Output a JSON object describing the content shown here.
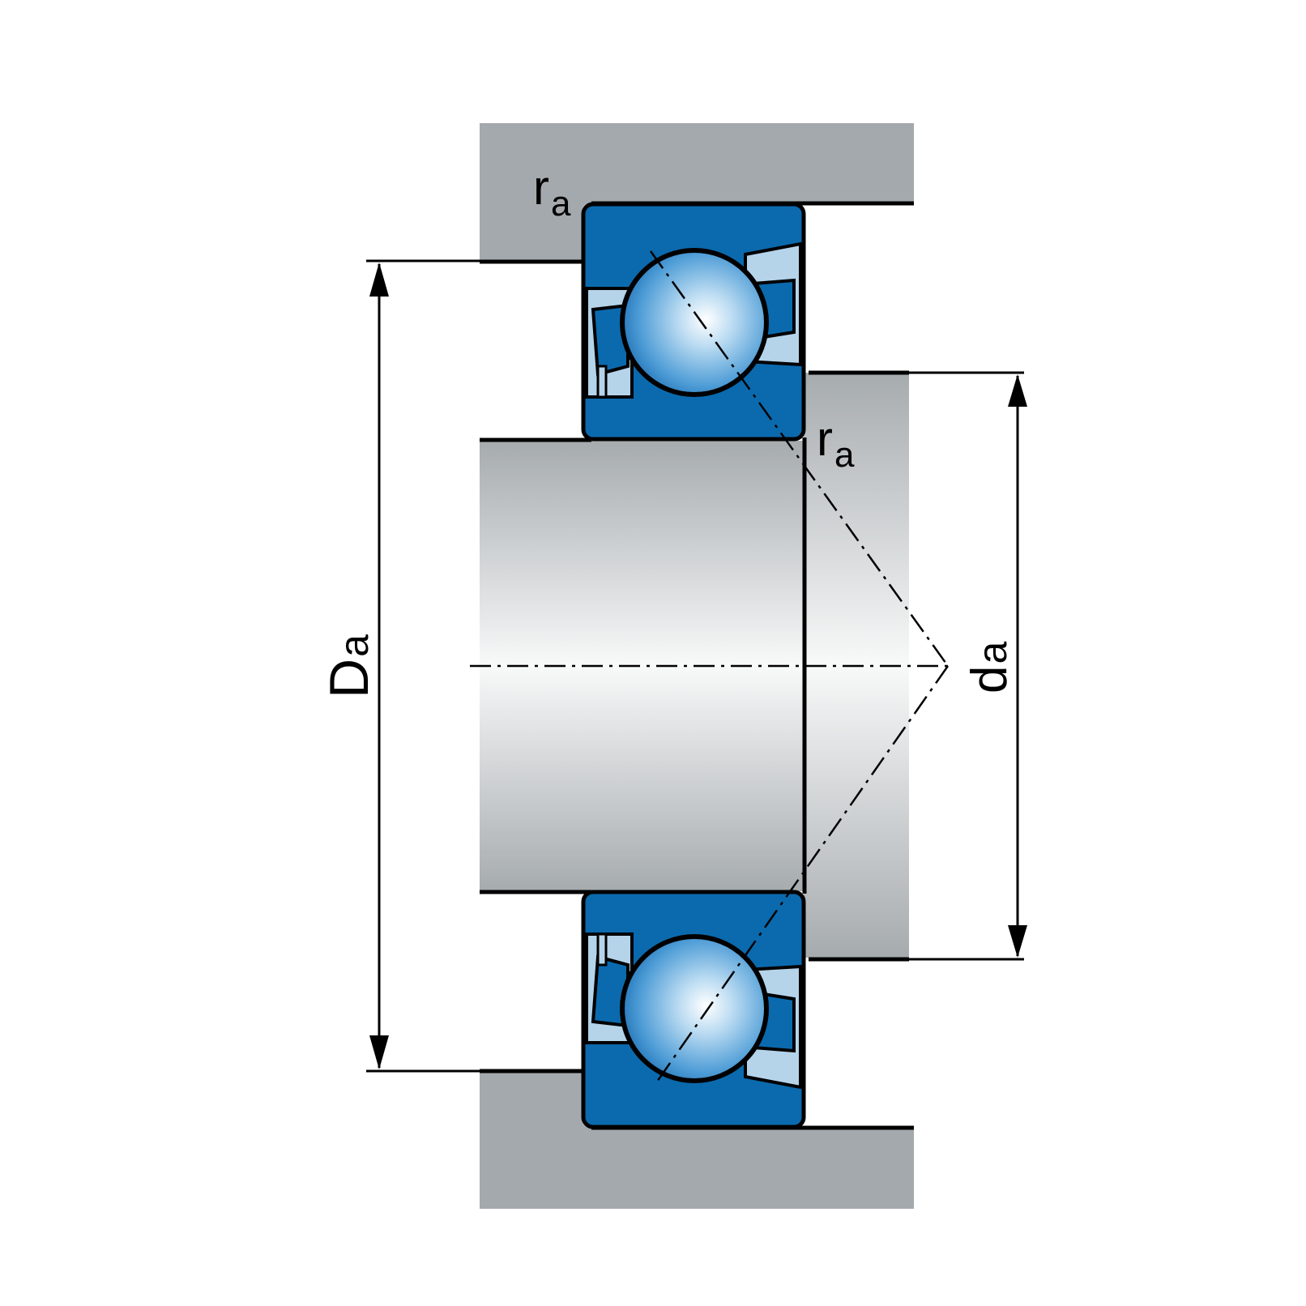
{
  "labels": {
    "r_main": "r",
    "r_sub": "a",
    "r2_main": "r",
    "r2_sub": "a",
    "Da_main": "D",
    "Da_sub": "a",
    "da_main": "d",
    "da_sub": "a"
  },
  "colors": {
    "housing": "#a4a9ad",
    "ring_blue": "#0b6aae",
    "cage_light": "#b5d4ea",
    "ball_center": "#ffffff",
    "ball_edge": "#1d6fb4",
    "shaft_light": "#f8f9f9",
    "shaft_dark": "#a6abae",
    "line": "#000000"
  }
}
